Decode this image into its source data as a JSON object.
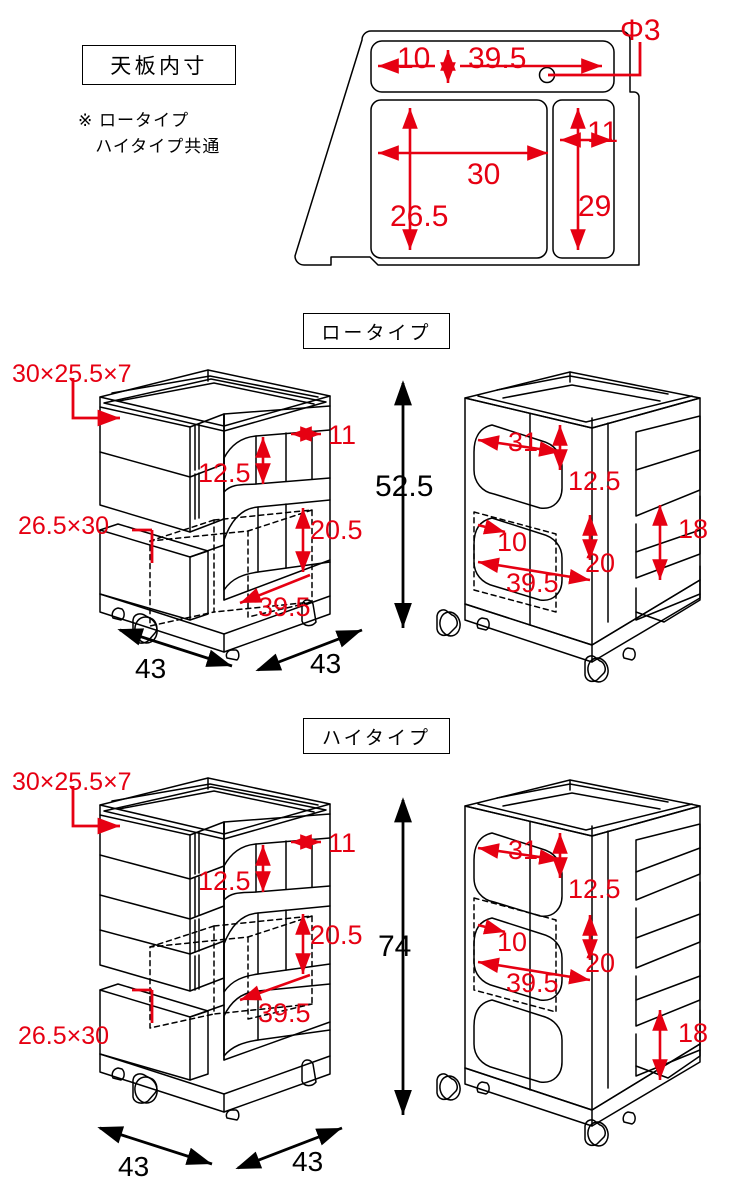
{
  "page": {
    "title_box": "天板内寸",
    "note": "※ ロータイプ\n   ハイタイプ共通",
    "colors": {
      "dimension_red": "#e60012",
      "line_black": "#000000",
      "background": "#ffffff"
    }
  },
  "top_view": {
    "name": "天板内寸",
    "dims": {
      "tray_left": "10",
      "tray_width": "39.5",
      "hole": "Φ3",
      "main_width": "30",
      "main_height": "26.5",
      "side_width": "11",
      "side_height": "29"
    }
  },
  "low_type": {
    "label": "ロータイプ",
    "left_view": {
      "drawer_note": "30×25.5×7",
      "tray_note": "26.5×30",
      "opening_height": "12.5",
      "opening_width": "11",
      "lower_height": "20.5",
      "lower_depth": "39.5",
      "base_width": "43",
      "base_depth": "43"
    },
    "total_height": "52.5",
    "right_view": {
      "upper_width": "31",
      "upper_height": "12.5",
      "mid_left": "10",
      "mid_height": "20",
      "mid_width": "39.5",
      "drawer_height": "18"
    }
  },
  "high_type": {
    "label": "ハイタイプ",
    "left_view": {
      "drawer_note": "30×25.5×7",
      "tray_note": "26.5×30",
      "opening_height": "12.5",
      "opening_width": "11",
      "lower_height": "20.5",
      "lower_depth": "39.5",
      "base_width": "43",
      "base_depth": "43"
    },
    "total_height": "74",
    "right_view": {
      "upper_width": "31",
      "upper_height": "12.5",
      "mid_left": "10",
      "mid_height": "20",
      "mid_width": "39.5",
      "drawer_height": "18"
    }
  }
}
